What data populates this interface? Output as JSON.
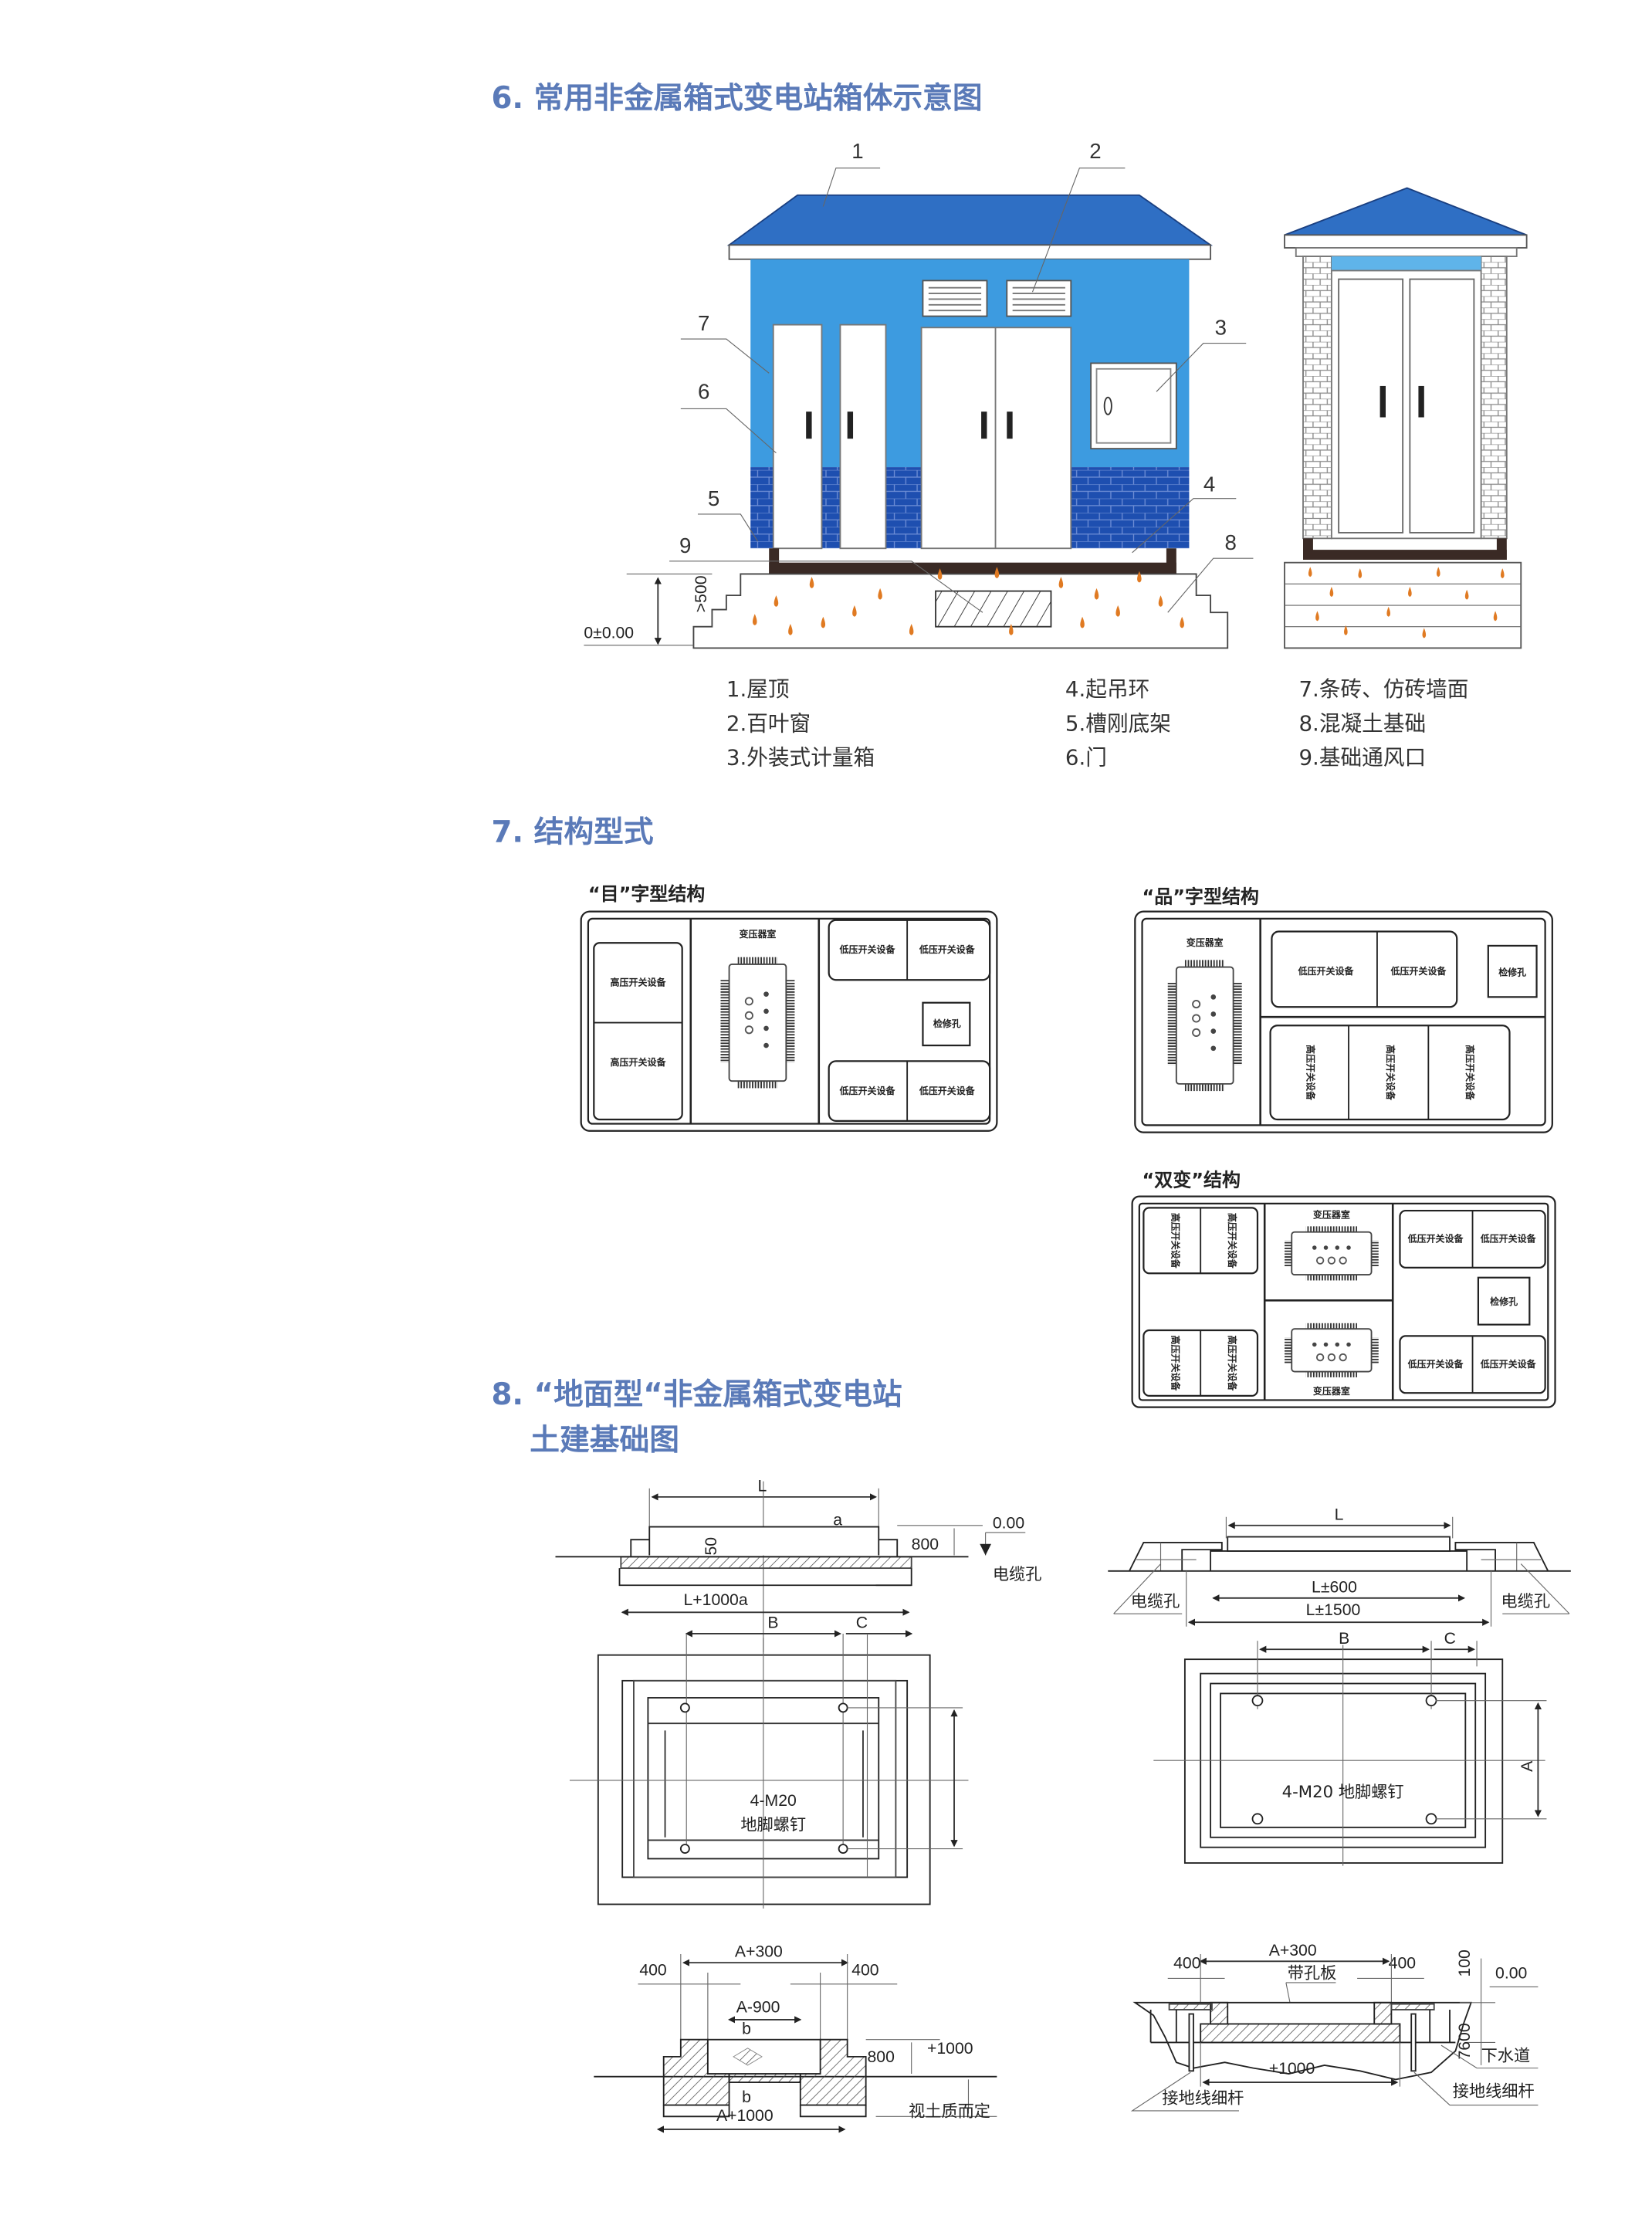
{
  "section6": {
    "title": "6. 常用非金属箱式变电站箱体示意图",
    "callouts": [
      "1",
      "2",
      "3",
      "4",
      "5",
      "6",
      "7",
      "8",
      "9"
    ],
    "height_dim": ">500",
    "ground_level": "0±0.00",
    "legend": [
      "1.屋顶",
      "2.百叶窗",
      "3.外装式计量箱",
      "4.起吊环",
      "5.槽刚底架",
      "6.门",
      "7.条砖、仿砖墙面",
      "8.混凝土基础",
      "9.基础通风口"
    ],
    "colors": {
      "roof": "#2f6fc4",
      "wall": "#3d9be0",
      "brick": "#1e4fb0",
      "flame": "#e07a22",
      "title": "#5a7ab8"
    }
  },
  "section7": {
    "title": "7. 结构型式",
    "mu": {
      "label": "“目”字型结构",
      "transformer_room": "变压器室",
      "hv": [
        "高压开关设备",
        "高压开关设备"
      ],
      "lv": [
        "低压开关设备",
        "低压开关设备",
        "低压开关设备",
        "低压开关设备"
      ],
      "inspection": "检修孔"
    },
    "pin": {
      "label": "“品”字型结构",
      "transformer_room": "变压器室",
      "lv": [
        "低压开关设备",
        "低压开关设备"
      ],
      "inspection": "检修孔",
      "hv": [
        "高压开关设备",
        "高压开关设备",
        "高压开关设备"
      ]
    },
    "shuangbian": {
      "label": "“双变”结构",
      "transformer_room": [
        "变压器室",
        "变压器室"
      ],
      "hv": [
        "高压开关设备",
        "高压开关设备",
        "高压开关设备",
        "高压开关设备"
      ],
      "lv": [
        "低压开关设备",
        "低压开关设备",
        "低压开关设备",
        "低压开关设备"
      ],
      "inspection": "检修孔"
    }
  },
  "section8": {
    "title_line1": "8. “地面型“非金属箱式变电站",
    "title_line2": "土建基础图",
    "left": {
      "L": "L",
      "a": "a",
      "h50": "50",
      "h800": "800",
      "level": "0.00",
      "cable_hole": "电缆孔",
      "L1000a": "L+1000a",
      "B": "B",
      "C": "C",
      "bolt1": "4-M20",
      "bolt2": "地脚螺钉",
      "A300": "A+300",
      "w400a": "400",
      "w400b": "400",
      "A900": "A-900",
      "b1": "b",
      "b2": "b",
      "d800": "800",
      "p1000": "+1000",
      "A1000": "A+1000",
      "soil": "视土质而定"
    },
    "right": {
      "L": "L",
      "L600": "L±600",
      "L1500": "L±1500",
      "cable_hole_left": "电缆孔",
      "cable_hole_right": "电缆孔",
      "B": "B",
      "C": "C",
      "A": "A",
      "bolt": "4-M20  地脚螺钉",
      "A300": "A+300",
      "w400a": "400",
      "w400b": "400",
      "plate": "带孔板",
      "h100": "100",
      "level": "0.00",
      "h7600": "7600",
      "drain": "下水道",
      "p1000": "+1000",
      "rod_left": "接地线细杆",
      "rod_right": "接地线细杆"
    }
  }
}
